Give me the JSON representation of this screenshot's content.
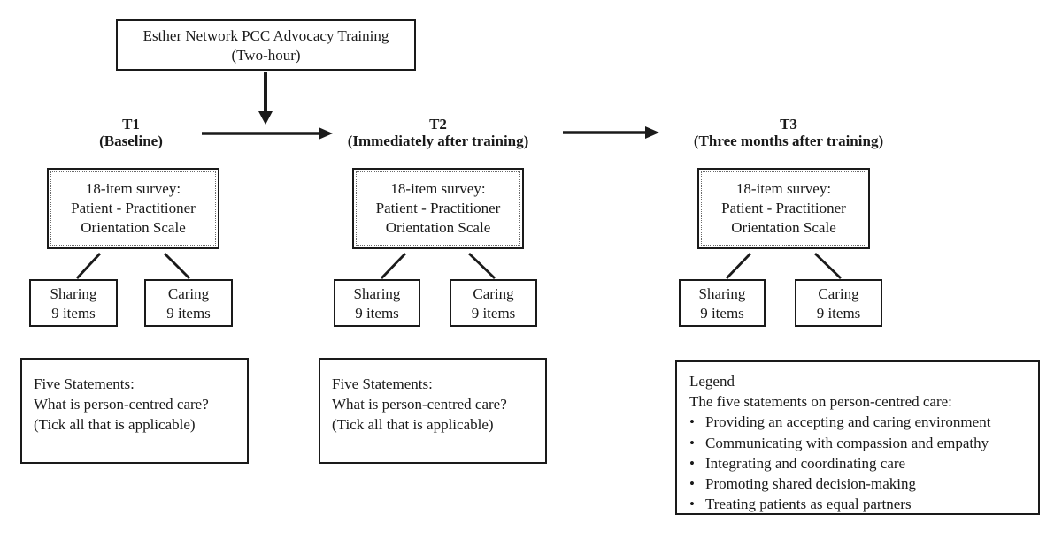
{
  "training_box": {
    "line1": "Esther Network PCC Advocacy Training",
    "line2": "(Two-hour)"
  },
  "timepoints": {
    "t1": {
      "label": "T1",
      "sublabel": "(Baseline)"
    },
    "t2": {
      "label": "T2",
      "sublabel": "(Immediately after training)"
    },
    "t3": {
      "label": "T3",
      "sublabel": "(Three months after training)"
    }
  },
  "survey_box": {
    "line1": "18-item survey:",
    "line2": "Patient - Practitioner",
    "line3": "Orientation Scale"
  },
  "subscales": {
    "sharing": {
      "line1": "Sharing",
      "line2": "9 items"
    },
    "caring": {
      "line1": "Caring",
      "line2": "9 items"
    }
  },
  "statements_box": {
    "line1": "Five Statements:",
    "line2": "What is person-centred care?",
    "line3": "(Tick all that is applicable)"
  },
  "legend": {
    "title": "Legend",
    "subtitle": "The five statements on person-centred care:",
    "bullet": "•",
    "items": [
      "Providing an accepting and caring environment",
      "Communicating with compassion and empathy",
      "Integrating and coordinating care",
      "Promoting shared decision-making",
      "Treating patients as equal partners"
    ]
  },
  "colors": {
    "ink": "#1a1a1a",
    "background": "#ffffff"
  }
}
